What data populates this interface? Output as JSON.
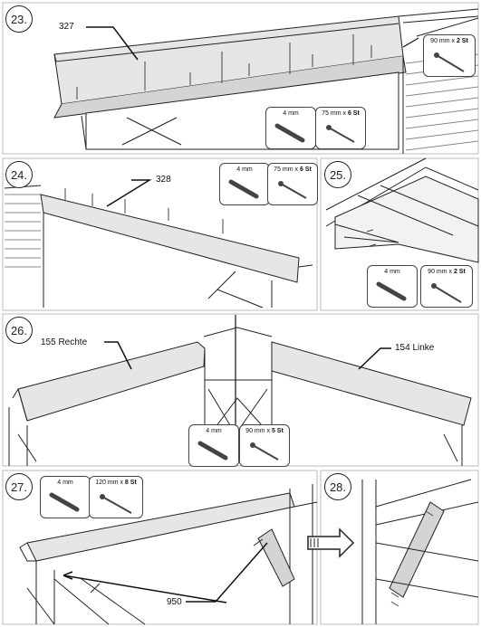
{
  "steps": [
    {
      "number": "23.",
      "parts": [
        "327"
      ],
      "hardware": [
        {
          "size": "4 mm",
          "qty": ""
        },
        {
          "size": "75 mm x",
          "qty": "6 St"
        },
        {
          "size": "90 mm x",
          "qty": "2 St"
        }
      ]
    },
    {
      "number": "24.",
      "parts": [
        "328"
      ],
      "hardware": [
        {
          "size": "4 mm",
          "qty": ""
        },
        {
          "size": "75 mm x",
          "qty": "6 St"
        }
      ]
    },
    {
      "number": "25.",
      "parts": [],
      "hardware": [
        {
          "size": "4 mm",
          "qty": ""
        },
        {
          "size": "90 mm x",
          "qty": "2 St"
        }
      ]
    },
    {
      "number": "26.",
      "parts": [
        "155 Rechte",
        "154 Linke"
      ],
      "hardware": [
        {
          "size": "4 mm",
          "qty": ""
        },
        {
          "size": "90 mm x",
          "qty": "5 St"
        }
      ]
    },
    {
      "number": "27.",
      "parts": [
        "950"
      ],
      "hardware": [
        {
          "size": "4 mm",
          "qty": ""
        },
        {
          "size": "120 mm x",
          "qty": "8 St"
        }
      ]
    },
    {
      "number": "28.",
      "parts": [],
      "hardware": []
    }
  ]
}
